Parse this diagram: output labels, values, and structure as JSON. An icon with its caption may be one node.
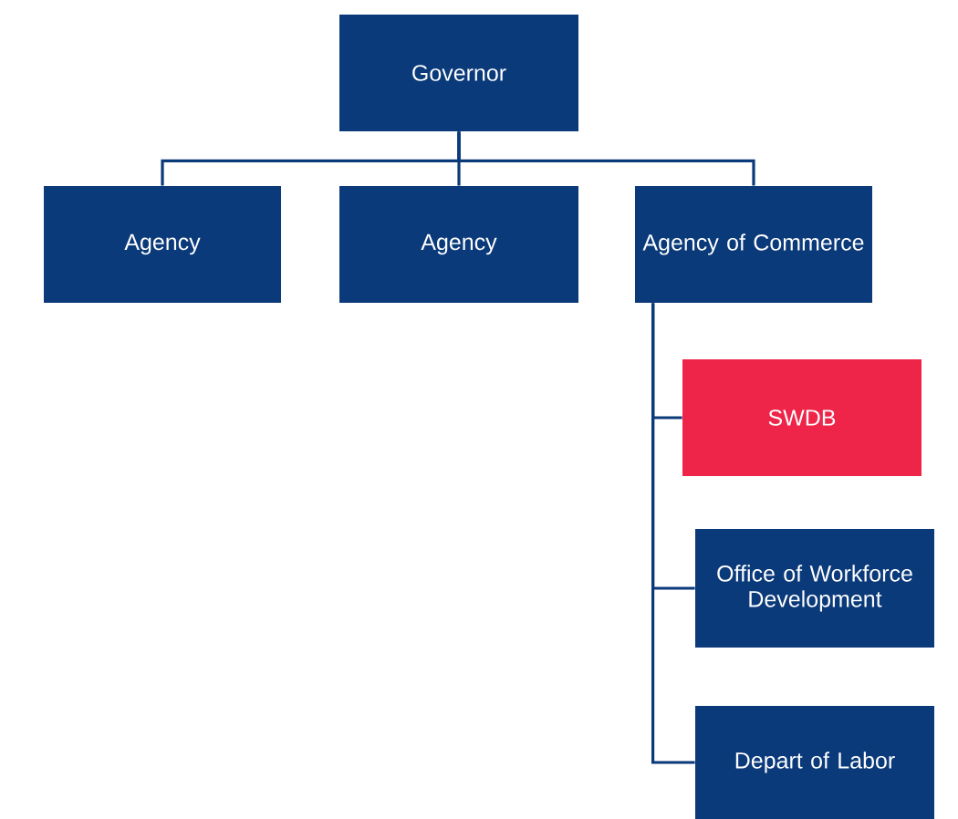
{
  "diagram": {
    "nodes": [
      {
        "text": [
          "Governor"
        ]
      },
      {
        "text": [
          "Agency"
        ]
      },
      {
        "text": [
          "Agency"
        ]
      },
      {
        "text": [
          "Agency of Commerce"
        ]
      },
      {
        "text": [
          "SWDB"
        ]
      },
      {
        "text": [
          "Office of Workforce Development"
        ]
      },
      {
        "text": [
          "Depart of Labor"
        ]
      }
    ],
    "edges": [
      {
        "from": 0,
        "to": 1,
        "arrow": "none"
      },
      {
        "from": 0,
        "to": 2,
        "arrow": "none"
      },
      {
        "from": 0,
        "to": 3,
        "arrow": "none"
      },
      {
        "from": 3,
        "to": 4,
        "arrow": "none"
      },
      {
        "from": 3,
        "to": 5,
        "arrow": "none"
      },
      {
        "from": 3,
        "to": 6,
        "arrow": "none"
      }
    ]
  }
}
